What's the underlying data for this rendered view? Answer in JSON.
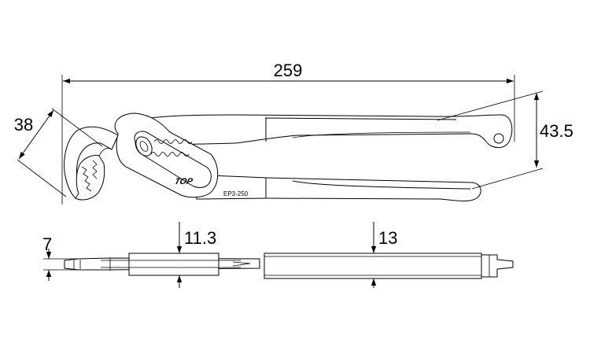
{
  "dimensions": {
    "overall_length": "259",
    "jaw_opening": "38",
    "handle_spread": "43.5",
    "tip_thickness": "7",
    "joint_thickness": "11.3",
    "handle_thickness": "13"
  },
  "branding": {
    "logo": "TOP",
    "model": "EP3-250"
  }
}
